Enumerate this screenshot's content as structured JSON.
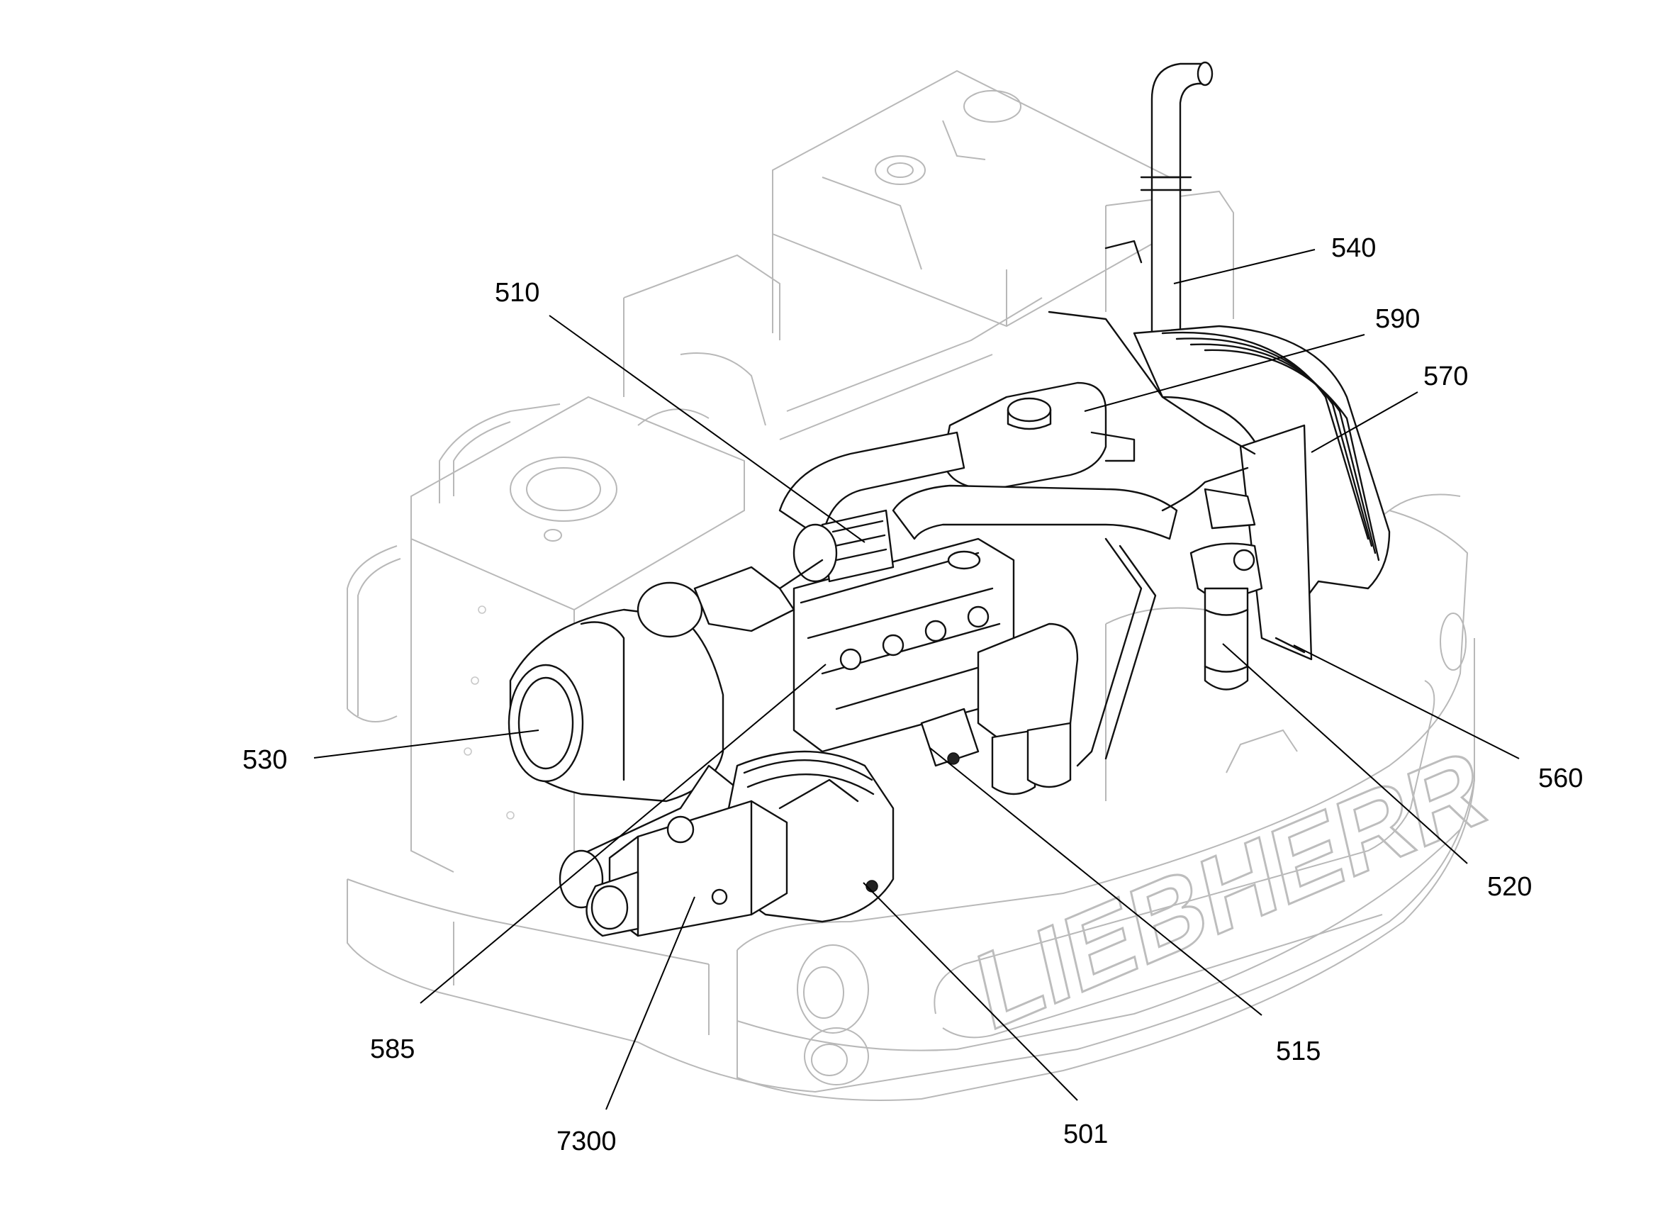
{
  "diagram": {
    "brand_text": "LIEBHERR",
    "callouts": [
      {
        "id": "c501",
        "text": "501"
      },
      {
        "id": "c510",
        "text": "510"
      },
      {
        "id": "c515",
        "text": "515"
      },
      {
        "id": "c520",
        "text": "520"
      },
      {
        "id": "c530",
        "text": "530"
      },
      {
        "id": "c540",
        "text": "540"
      },
      {
        "id": "c560",
        "text": "560"
      },
      {
        "id": "c570",
        "text": "570"
      },
      {
        "id": "c585",
        "text": "585"
      },
      {
        "id": "c590",
        "text": "590"
      },
      {
        "id": "c7300",
        "text": "7300"
      }
    ]
  }
}
